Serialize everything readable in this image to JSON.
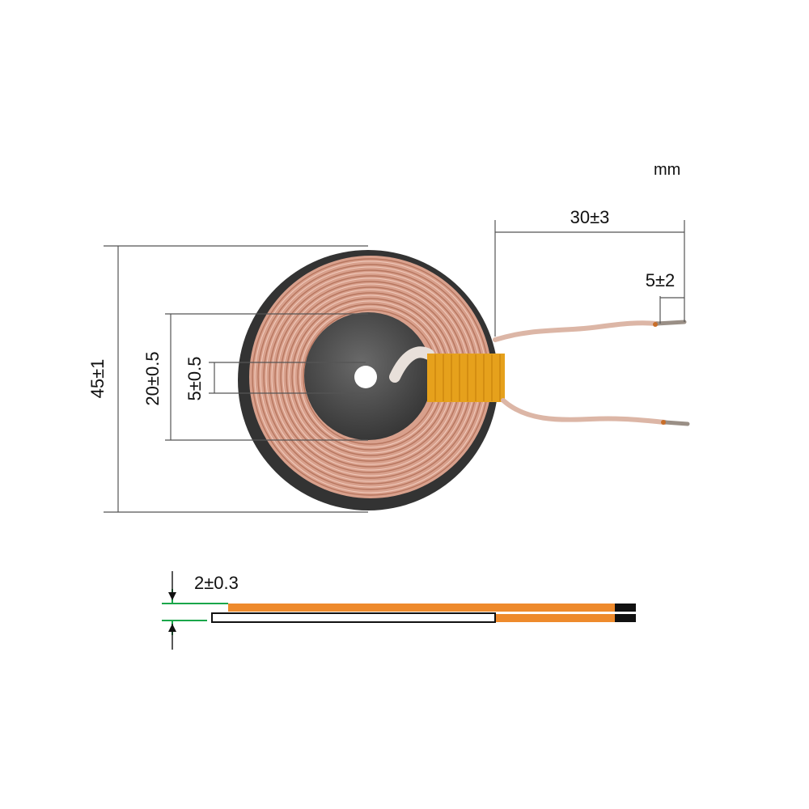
{
  "unit": "mm",
  "dimensions": {
    "outer_diameter": "45±1",
    "inner_diameter": "20±0.5",
    "hole_diameter": "5±0.5",
    "lead_length": "30±3",
    "stripped_length": "5±2",
    "thickness": "2±0.3"
  },
  "colors": {
    "copper_wire": "#d9a08d",
    "ferrite_core": "#3c3c3c",
    "kapton_tape": "#e8a21c",
    "side_view_orange": "#ee8a2c",
    "thickness_marker": "#1aa64a",
    "dimension_line": "#555555"
  }
}
